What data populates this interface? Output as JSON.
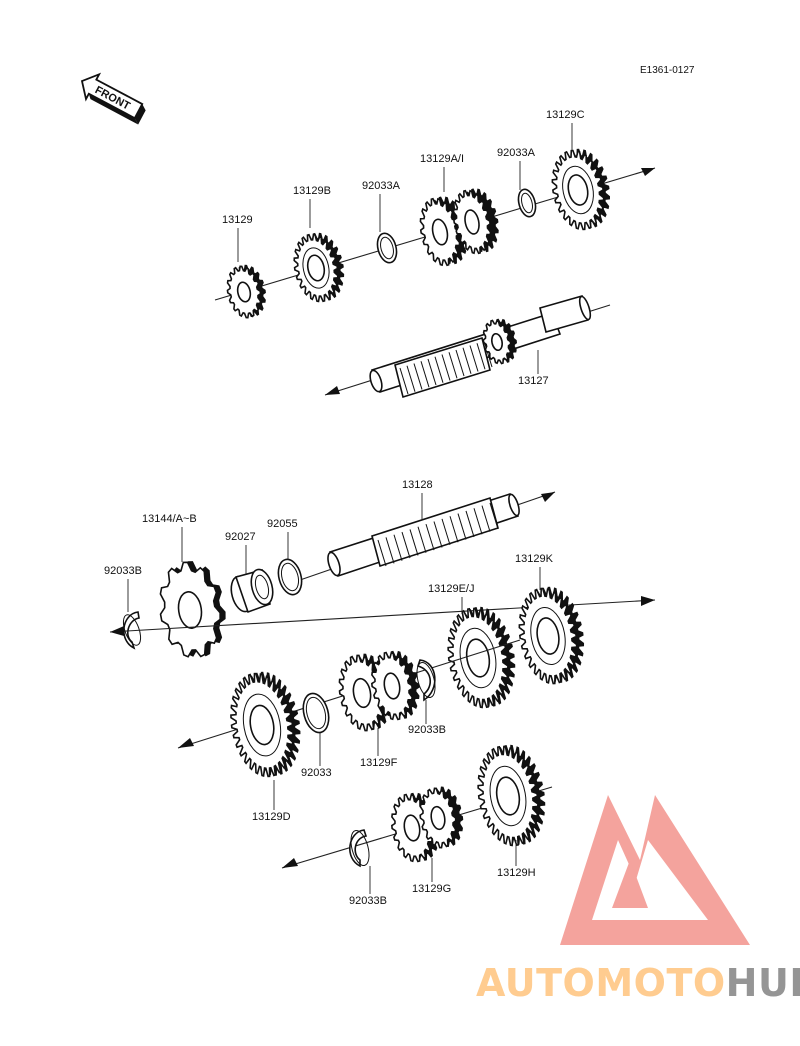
{
  "diagram": {
    "code": "E1361-0127",
    "front_label": "FRONT",
    "labels": {
      "p13129": "13129",
      "p13129B": "13129B",
      "p92033A_1": "92033A",
      "p13129AI": "13129A/I",
      "p92033A_2": "92033A",
      "p13129C": "13129C",
      "p13127": "13127",
      "p13128": "13128",
      "p13144": "13144/A~B",
      "p92027": "92027",
      "p92055": "92055",
      "p92033B_1": "92033B",
      "p13129K": "13129K",
      "p13129EJ": "13129E/J",
      "p92033B_2": "92033B",
      "p13129F": "13129F",
      "p92033": "92033",
      "p13129D": "13129D",
      "p13129H": "13129H",
      "p13129G": "13129G",
      "p92033B_3": "92033B"
    }
  },
  "watermark": {
    "brand_part1": "AUTOMOTO",
    "brand_part2": "HUB",
    "color_primary": "#f39a93",
    "color_secondary": "#ffc785",
    "color_dark": "#8a8a8a"
  }
}
